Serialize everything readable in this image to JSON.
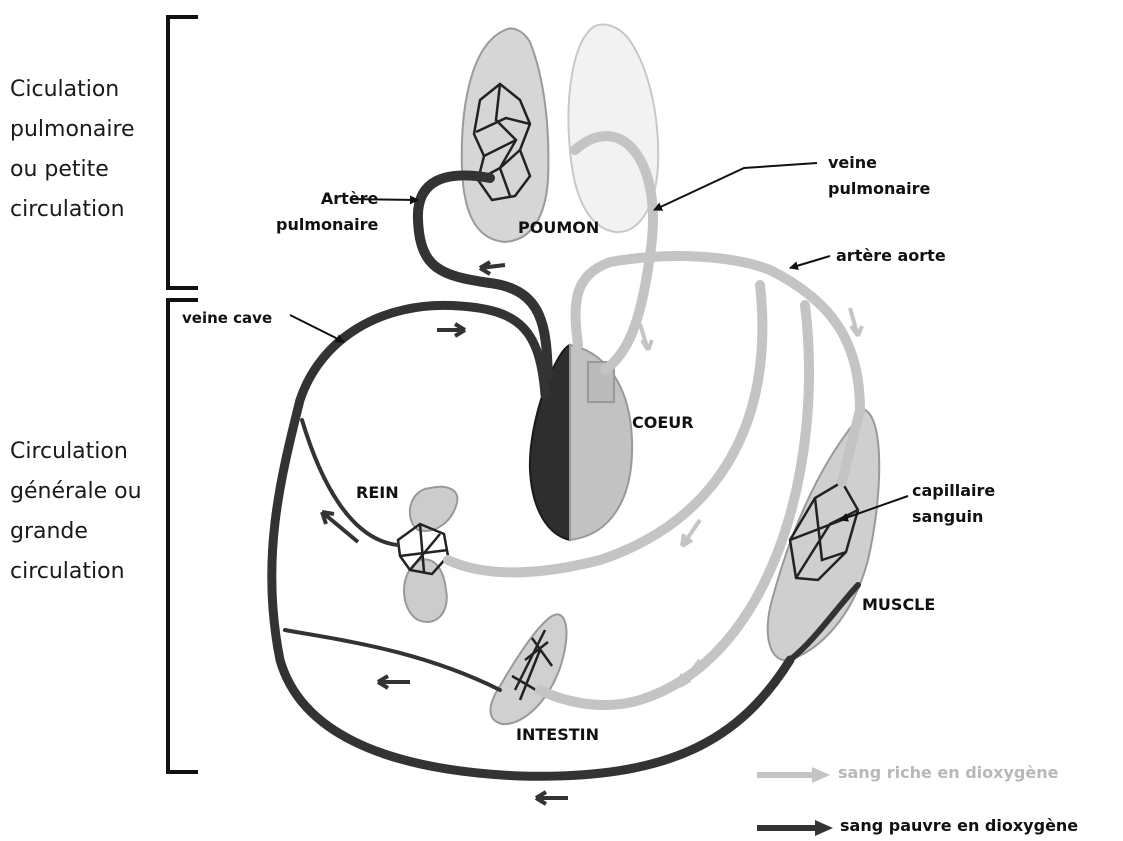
{
  "sections": {
    "pulmonary": "Ciculation\npulmonaire\nou petite\ncirculation",
    "systemic": "Circulation\ngénérale ou\ngrande\ncirculation"
  },
  "labels": {
    "pulmonary_artery": "Artère\npulmonaire",
    "pulmonary_vein": "veine\npulmonaire",
    "aorta": "artère aorte",
    "vena_cava": "veine cave",
    "lung": "POUMON",
    "heart": "COEUR",
    "kidney": "REIN",
    "capillary": "capillaire\nsanguin",
    "muscle": "MUSCLE",
    "intestine": "INTESTIN"
  },
  "legend": {
    "oxygen_rich": "sang riche en dioxygène",
    "oxygen_poor": "sang pauvre en dioxygène"
  },
  "colors": {
    "oxygen_rich": "#c4c4c4",
    "oxygen_poor": "#333333"
  }
}
